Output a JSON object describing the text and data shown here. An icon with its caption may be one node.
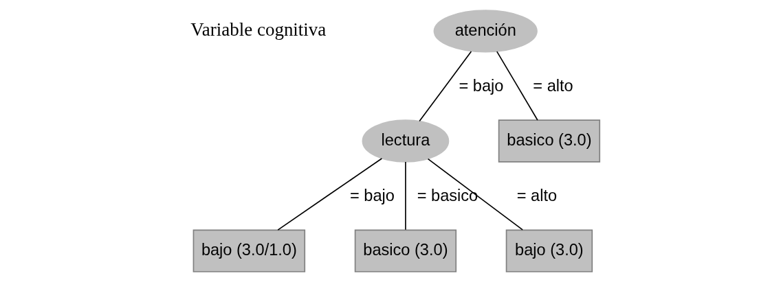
{
  "diagram": {
    "nodes": [
      {
        "text": [
          "atención"
        ]
      },
      {
        "text": [
          "lectura"
        ]
      },
      {
        "text": [
          "basico (3.0)"
        ]
      },
      {
        "text": [
          "bajo (3.0/1.0)"
        ]
      },
      {
        "text": [
          "basico (3.0)"
        ]
      },
      {
        "text": [
          "bajo (3.0)"
        ]
      }
    ],
    "edges": [
      {
        "from": 0,
        "to": 1,
        "arrow": "none",
        "label": "= bajo"
      },
      {
        "from": 0,
        "to": 2,
        "arrow": "none",
        "label": "= alto"
      },
      {
        "from": 1,
        "to": 3,
        "arrow": "none",
        "label": "= bajo"
      },
      {
        "from": 1,
        "to": 4,
        "arrow": "none",
        "label": "= basico"
      },
      {
        "from": 1,
        "to": 5,
        "arrow": "none",
        "label": "= alto"
      }
    ],
    "labels": [
      "Variable cognitiva"
    ]
  }
}
